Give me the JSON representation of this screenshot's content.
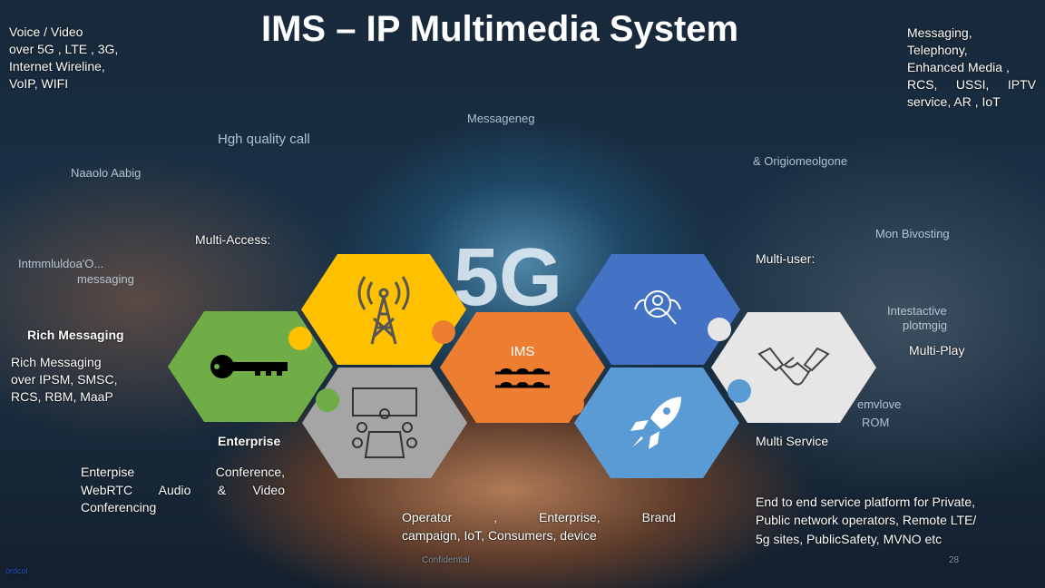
{
  "title": "IMS – IP Multimedia System",
  "top_left": [
    "Voice / Video",
    "over 5G , LTE , 3G,",
    "Internet Wireline,",
    "VoIP, WIFI"
  ],
  "top_right": [
    "Messaging,",
    "Telephony,",
    "Enhanced Media ,",
    "RCS, USSI, IPTV",
    "service, AR , IoT"
  ],
  "multi_access": "Multi-Access:",
  "rich_messaging": {
    "heading": "Rich Messaging",
    "lines": [
      "Rich Messaging",
      "over IPSM, SMSC,",
      "RCS, RBM, MaaP"
    ]
  },
  "enterprise": {
    "heading": "Enterprise",
    "lines": [
      "Enterpise Conference,",
      "WebRTC Audio & Video",
      "Conferencing"
    ]
  },
  "multi_user": "Multi-user:",
  "multi_play": "Multi-Play",
  "multi_service": {
    "heading": "Multi Service",
    "lines": [
      "End to end service platform for Private,",
      "Public network operators, Remote LTE/",
      "5g sites, PublicSafety, MVNO etc"
    ]
  },
  "bottom_center": [
    "Operator , Enterprise, Brand",
    "campaign, IoT, Consumers, device"
  ],
  "hex_center_label": "IMS",
  "background_labels": [
    "Messageneg",
    "Hgh quality call",
    "Naaolo Aabig",
    "& Origiomeolgone",
    "Mon Bivosting",
    "Intmmluldoa'O...",
    "messaging",
    "Intestactive",
    "plotmgig",
    "emvlove",
    "ROM",
    "5G"
  ],
  "footer": {
    "confidential": "Confidential",
    "page": "28",
    "logo": "ordcol"
  },
  "colors": {
    "yellow": "#ffc000",
    "green": "#70ad47",
    "gray": "#a5a5a5",
    "orange": "#ed7d31",
    "blue": "#4472c4",
    "light_gray": "#e6e6e6",
    "light_blue": "#5b9bd5"
  }
}
